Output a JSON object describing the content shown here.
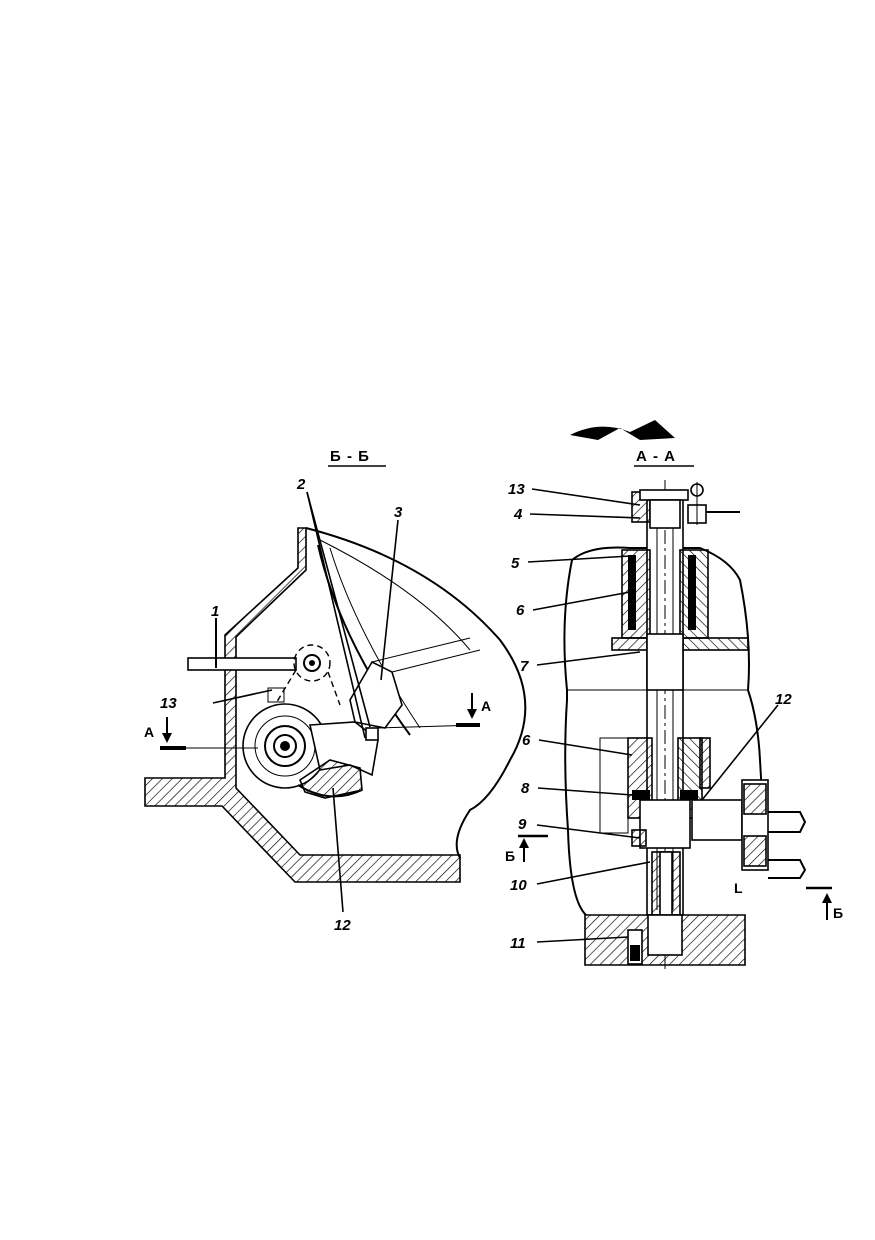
{
  "sections": {
    "left_title": "Б - Б",
    "right_title": "А - А"
  },
  "left_callouts": [
    "1",
    "2",
    "3",
    "13",
    "12"
  ],
  "right_callouts": [
    "13",
    "4",
    "5",
    "6",
    "7",
    "6",
    "8",
    "9",
    "10",
    "11",
    "12"
  ],
  "cut_marks": {
    "a_left": "А",
    "a_right": "А",
    "b_left": "Б",
    "b_right": "Б"
  },
  "misc_letter": "L"
}
